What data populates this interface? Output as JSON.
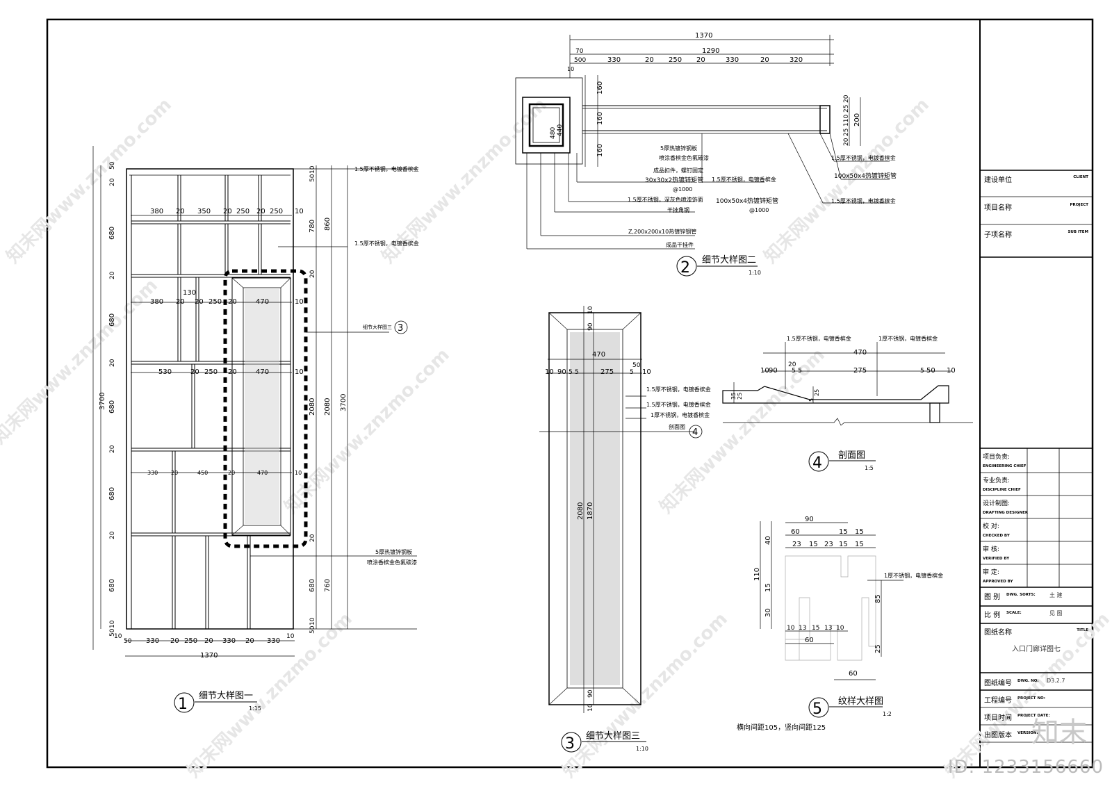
{
  "drawing1": {
    "title": "细节大样图一",
    "scale": "1:15",
    "number": "1",
    "top_dims": [
      "380",
      "20",
      "350",
      "20",
      "250",
      "20",
      "250",
      "10"
    ],
    "row2_dims": [
      "380",
      "20",
      "130",
      "20",
      "250",
      "20",
      "470",
      "10"
    ],
    "row3_dims": [
      "530",
      "20",
      "250",
      "20",
      "470",
      "10"
    ],
    "row4_dims": [
      "330",
      "20",
      "450",
      "20",
      "470",
      "10"
    ],
    "bottom_dims": [
      "10",
      "50",
      "330",
      "20",
      "250",
      "20",
      "330",
      "20",
      "330",
      "10"
    ],
    "bottom_total": "1370",
    "left_dims": [
      "50",
      "20",
      "680",
      "20",
      "680",
      "20",
      "680",
      "20",
      "680",
      "20",
      "680",
      "10",
      "50"
    ],
    "left_total": "3700",
    "right_dims_a": [
      "10",
      "50",
      "780",
      "20",
      "2080",
      "20",
      "680",
      "10",
      "50"
    ],
    "right_dims_b": [
      "860",
      "2080",
      "760"
    ],
    "right_total": "3700",
    "callout_top": "1.5厚不锈钢，电镀香槟金",
    "callout_mid": "1.5厚不锈钢，电镀香槟金",
    "callout_ref": "细节大样图三",
    "callout_ref_num": "3",
    "callout_plate_1": "5厚热镀锌钢板",
    "callout_plate_2": "喷涂香槟金色氟碳漆"
  },
  "drawing2": {
    "title": "细节大样图二",
    "scale": "1:10",
    "number": "2",
    "top_total": "1370",
    "mid_total": "1290",
    "top_segments": [
      "70",
      "500",
      "330",
      "20",
      "250",
      "20",
      "330",
      "20",
      "320"
    ],
    "small": "10",
    "left_dims": [
      "480",
      "440",
      "160",
      "160",
      "160"
    ],
    "right_dims": [
      "20",
      "25",
      "110",
      "25",
      "20",
      "200"
    ],
    "labels": [
      "5厚热镀锌钢板",
      "喷涂香槟金色氟碳漆",
      "成品扣件，螺钉固定",
      "30x30x2热镀锌矩管",
      "@1000",
      "1.5厚不锈钢，深灰色喷漆饰面",
      "干挂角钢",
      "Z,200x200x10热镀锌钢管",
      "成品干挂件",
      "1.5厚不锈钢，电镀香槟金",
      "100x50x4热镀锌矩管",
      "@1000",
      "1.5厚不锈钢，电镀香槟金",
      "100x50x4热镀锌矩管",
      "1.5厚不锈钢，电镀香槟金"
    ]
  },
  "drawing3": {
    "title": "细节大样图三",
    "scale": "1:10",
    "number": "3",
    "width": "470",
    "dims": [
      "10",
      "90",
      "5",
      "5",
      "275",
      "5",
      "50",
      "10"
    ],
    "height_outer": "2080",
    "height_inner": "1870",
    "top_small": [
      "10",
      "90"
    ],
    "bottom_small": [
      "90",
      "10"
    ],
    "labels": [
      "1.5厚不锈钢，电镀香槟金",
      "1.5厚不锈钢，电镀香槟金",
      "1厚不锈钢，电镀香槟金",
      "剖面图"
    ],
    "ref_num": "4"
  },
  "drawing4": {
    "title": "剖面图",
    "scale": "1:5",
    "number": "4",
    "label_left": "1.5厚不锈钢，电镀香槟金",
    "label_right": "1厚不锈钢，电镀香槟金",
    "width": "470",
    "dims": [
      "10",
      "90",
      "20",
      "5",
      "5",
      "275",
      "5",
      "50",
      "10"
    ],
    "left_v": [
      "35",
      "25"
    ],
    "mid_v": [
      "5",
      "25"
    ]
  },
  "drawing5": {
    "title": "纹样大样图",
    "scale": "1:2",
    "number": "5",
    "top": "90",
    "row2": [
      "60",
      "15",
      "15"
    ],
    "row3": [
      "23",
      "15",
      "23",
      "15",
      "15"
    ],
    "bottom_row": [
      "10",
      "13",
      "15",
      "13",
      "10"
    ],
    "bottom_60": "60",
    "bottom_60b": "60",
    "left_total": "110",
    "left_dims": [
      "40",
      "15",
      "30"
    ],
    "right_dims": [
      "85",
      "25"
    ],
    "label": "1厚不锈钢，电镀香槟金",
    "note": "横向间距105，竖向间距125"
  },
  "title_block": {
    "client_cn": "建设单位",
    "client_en": "CLIENT",
    "project_cn": "项目名称",
    "project_en": "PROJECT",
    "subitem_cn": "子项名称",
    "subitem_en": "SUB ITEM",
    "roles": [
      {
        "cn": "项目负责:",
        "en": "ENGINEERING CHIEF"
      },
      {
        "cn": "专业负责:",
        "en": "DISCIPLINE CHIEF"
      },
      {
        "cn": "设计制图:",
        "en": "DRAFTING DESIGNER"
      },
      {
        "cn": "校    对:",
        "en": "CHECKED BY"
      },
      {
        "cn": "审    核:",
        "en": "VERIFIED BY"
      },
      {
        "cn": "审    定:",
        "en": "APPROVED BY"
      }
    ],
    "sort_cn": "图 别",
    "sort_en": "DWG. SORTS:",
    "sort_val": "土 建",
    "scale_cn": "比 例",
    "scale_en": "SCALE:",
    "scale_val": "见 图",
    "name_cn": "图纸名称",
    "name_en": "TITLE",
    "name_val": "入口门廊详图七",
    "no_cn": "图纸编号",
    "no_en": "DWG. NO:",
    "no_val": "D3.2.7",
    "projno_cn": "工程编号",
    "projno_en": "PROJECT NO:",
    "date_cn": "项目时间",
    "date_en": "PROJECT DATE:",
    "ver_cn": "出图版本",
    "ver_en": "VERSION:"
  },
  "watermark": {
    "site": "知末网www.znzmo.com",
    "logo": "知末",
    "id": "ID: 1233156660"
  }
}
